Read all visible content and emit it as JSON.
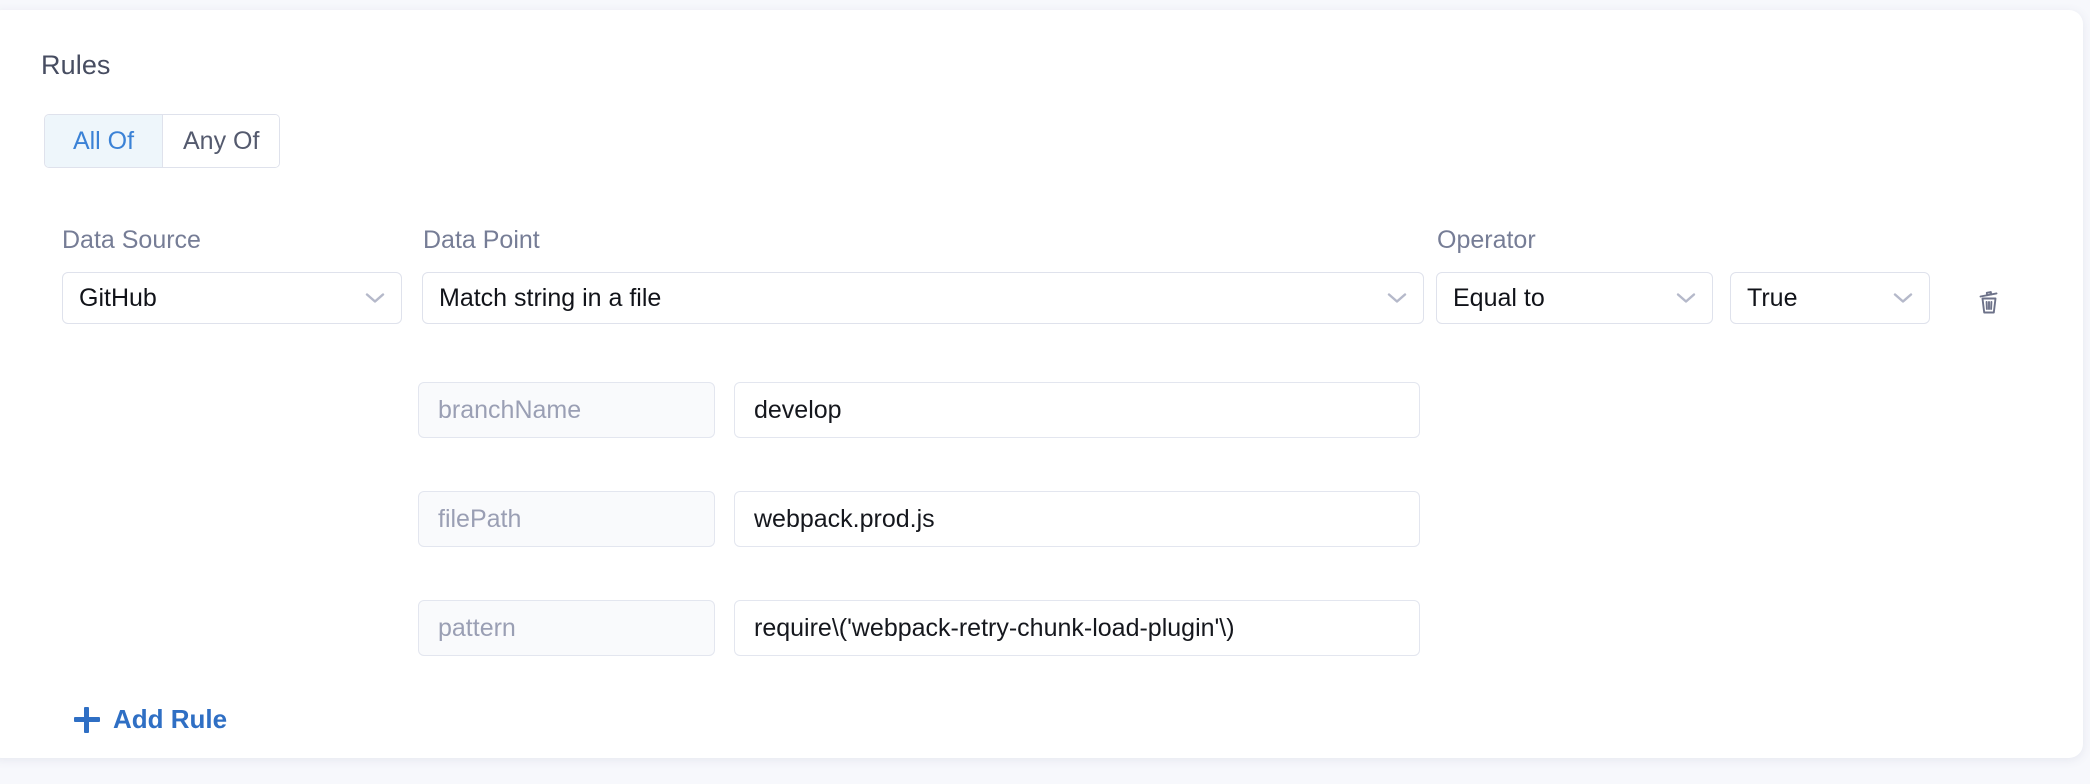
{
  "section": {
    "title": "Rules"
  },
  "match_mode": {
    "options": [
      {
        "label": "All Of",
        "selected": true
      },
      {
        "label": "Any Of",
        "selected": false
      }
    ]
  },
  "columns": {
    "data_source_label": "Data Source",
    "data_point_label": "Data Point",
    "operator_label": "Operator"
  },
  "rule": {
    "data_source": "GitHub",
    "data_point": "Match string in a file",
    "operator": "Equal to",
    "operator_value": "True",
    "delete_icon": "trash-icon",
    "chevron_icon": "chevron-down-icon",
    "params": [
      {
        "key": "branchName",
        "value": "develop"
      },
      {
        "key": "filePath",
        "value": "webpack.prod.js"
      },
      {
        "key": "pattern",
        "value": "require\\('webpack-retry-chunk-load-plugin'\\)"
      }
    ]
  },
  "actions": {
    "add_rule_label": "Add Rule",
    "add_rule_icon": "plus-icon"
  },
  "colors": {
    "accent_blue": "#3b82d6",
    "link_blue": "#2f6fc4",
    "selected_bg": "#eef6fb",
    "border": "#dfe2ec",
    "label_gray": "#767d96",
    "title_gray": "#474d61",
    "placeholder_gray": "#9a9fb4",
    "card_bg": "#ffffff",
    "page_bg": "#f7f8fc"
  }
}
